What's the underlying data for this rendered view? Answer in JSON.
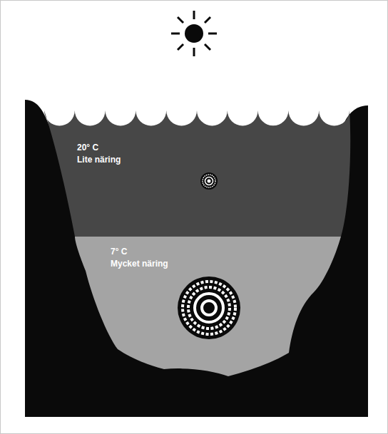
{
  "diagram": {
    "nodes": [
      {
        "text": [
          "20° C",
          "Lite näring"
        ]
      },
      {
        "text": [
          "7° C",
          "Mycket näring"
        ]
      }
    ]
  }
}
